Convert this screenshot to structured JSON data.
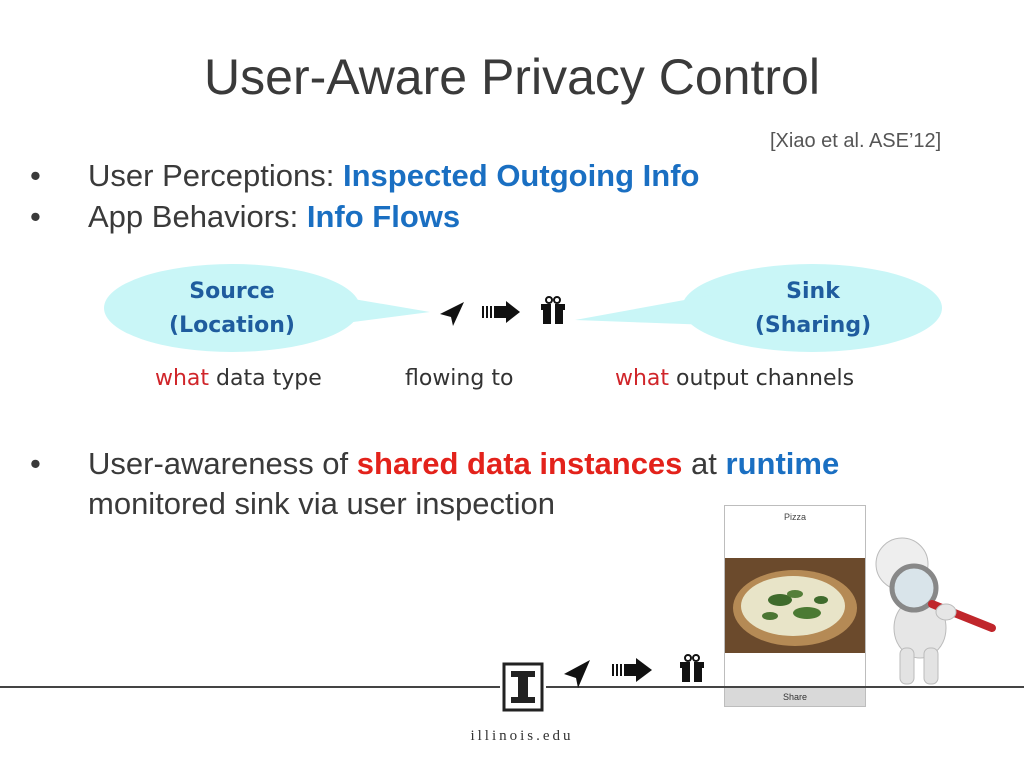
{
  "slide": {
    "title": "User-Aware Privacy Control",
    "citation": "[Xiao et al. ASE’12]",
    "bullets": [
      {
        "marker": "•",
        "prefix": "User Perceptions: ",
        "highlight": "Inspected Outgoing Info"
      },
      {
        "marker": "•",
        "prefix": "App Behaviors: ",
        "highlight": "Info Flows"
      }
    ],
    "bullet3": {
      "marker": "•",
      "text1": "User-awareness of ",
      "red": "shared data instances",
      "text2": " at ",
      "blue": "runtime",
      "line2": "monitored sink via user inspection"
    }
  },
  "flow": {
    "source": {
      "line1": "Source",
      "line2": "(Location)"
    },
    "sink": {
      "line1": "Sink",
      "line2": "(Sharing)"
    },
    "captions": {
      "left_em": "what",
      "left_rest": " data type",
      "middle": "flowing to",
      "right_em": "what",
      "right_rest": " output channels"
    },
    "bubble_color": "#c9f6f7",
    "icons": [
      "location-arrow-icon",
      "right-arrow-icon",
      "gift-icon"
    ]
  },
  "phone": {
    "title": "Pizza",
    "share_label": "Share"
  },
  "footer": {
    "domain": "illinois.edu"
  },
  "colors": {
    "blue": "#1a6fc2",
    "red": "#e3221b",
    "bubble": "#c9f6f7",
    "bubble_text": "#1f5c9e"
  }
}
